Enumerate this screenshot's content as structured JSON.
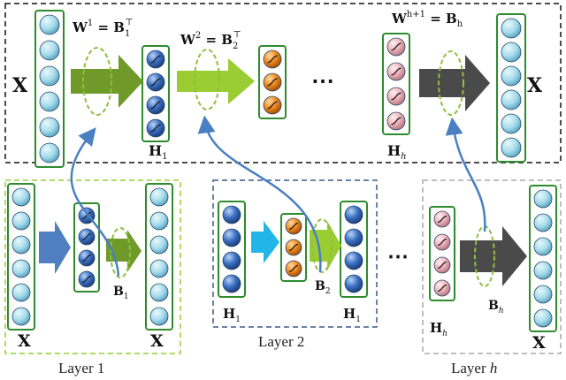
{
  "colors": {
    "neuron_light": "#a6dcec",
    "neuron_blue": "#3a6fc4",
    "neuron_orange": "#f08a1c",
    "neuron_pink": "#f0b4bc",
    "column_border": "#2e8b2e",
    "arrow_dark_green": "#6f9a2a",
    "arrow_light_green": "#9acd32",
    "arrow_gray": "#4a4a4a",
    "arrow_blue": "#4f7fc0",
    "arrow_cyan": "#22b5e8",
    "link_blue": "#4a7fc1",
    "box_top": "#111111",
    "box_layer1": "#9acd32",
    "box_layer2": "#3a5a8a",
    "box_layerh": "#a8a8a8"
  },
  "top": {
    "x_left": "X",
    "x_right": "X",
    "w1": "W",
    "w1_sup": "1",
    "w1_eq": " = B",
    "w1_sub": "1",
    "w1_t": "⊤",
    "w2": "W",
    "w2_sup": "2",
    "w2_eq": " = B",
    "w2_sub": "2",
    "w2_t": "⊤",
    "wh": "W",
    "wh_sup": "h+1",
    "wh_eq": " = B",
    "wh_sub": "h",
    "h1": "H",
    "h1_sub": "1",
    "hh": "H",
    "hh_sub": "h",
    "dots": "⋯"
  },
  "layer1": {
    "caption": "Layer 1",
    "x_left": "X",
    "x_right": "X",
    "b": "B",
    "b_sub": "1"
  },
  "layer2": {
    "caption": "Layer 2",
    "h_left": "H",
    "h_left_sub": "1",
    "h_right": "H",
    "h_right_sub": "1",
    "b": "B",
    "b_sub": "2"
  },
  "layerh": {
    "caption_prefix": "Layer ",
    "caption_var": "h",
    "h": "H",
    "h_sub": "h",
    "b": "B",
    "b_sub": "h",
    "x_right": "X"
  },
  "bottom_dots": "⋯"
}
